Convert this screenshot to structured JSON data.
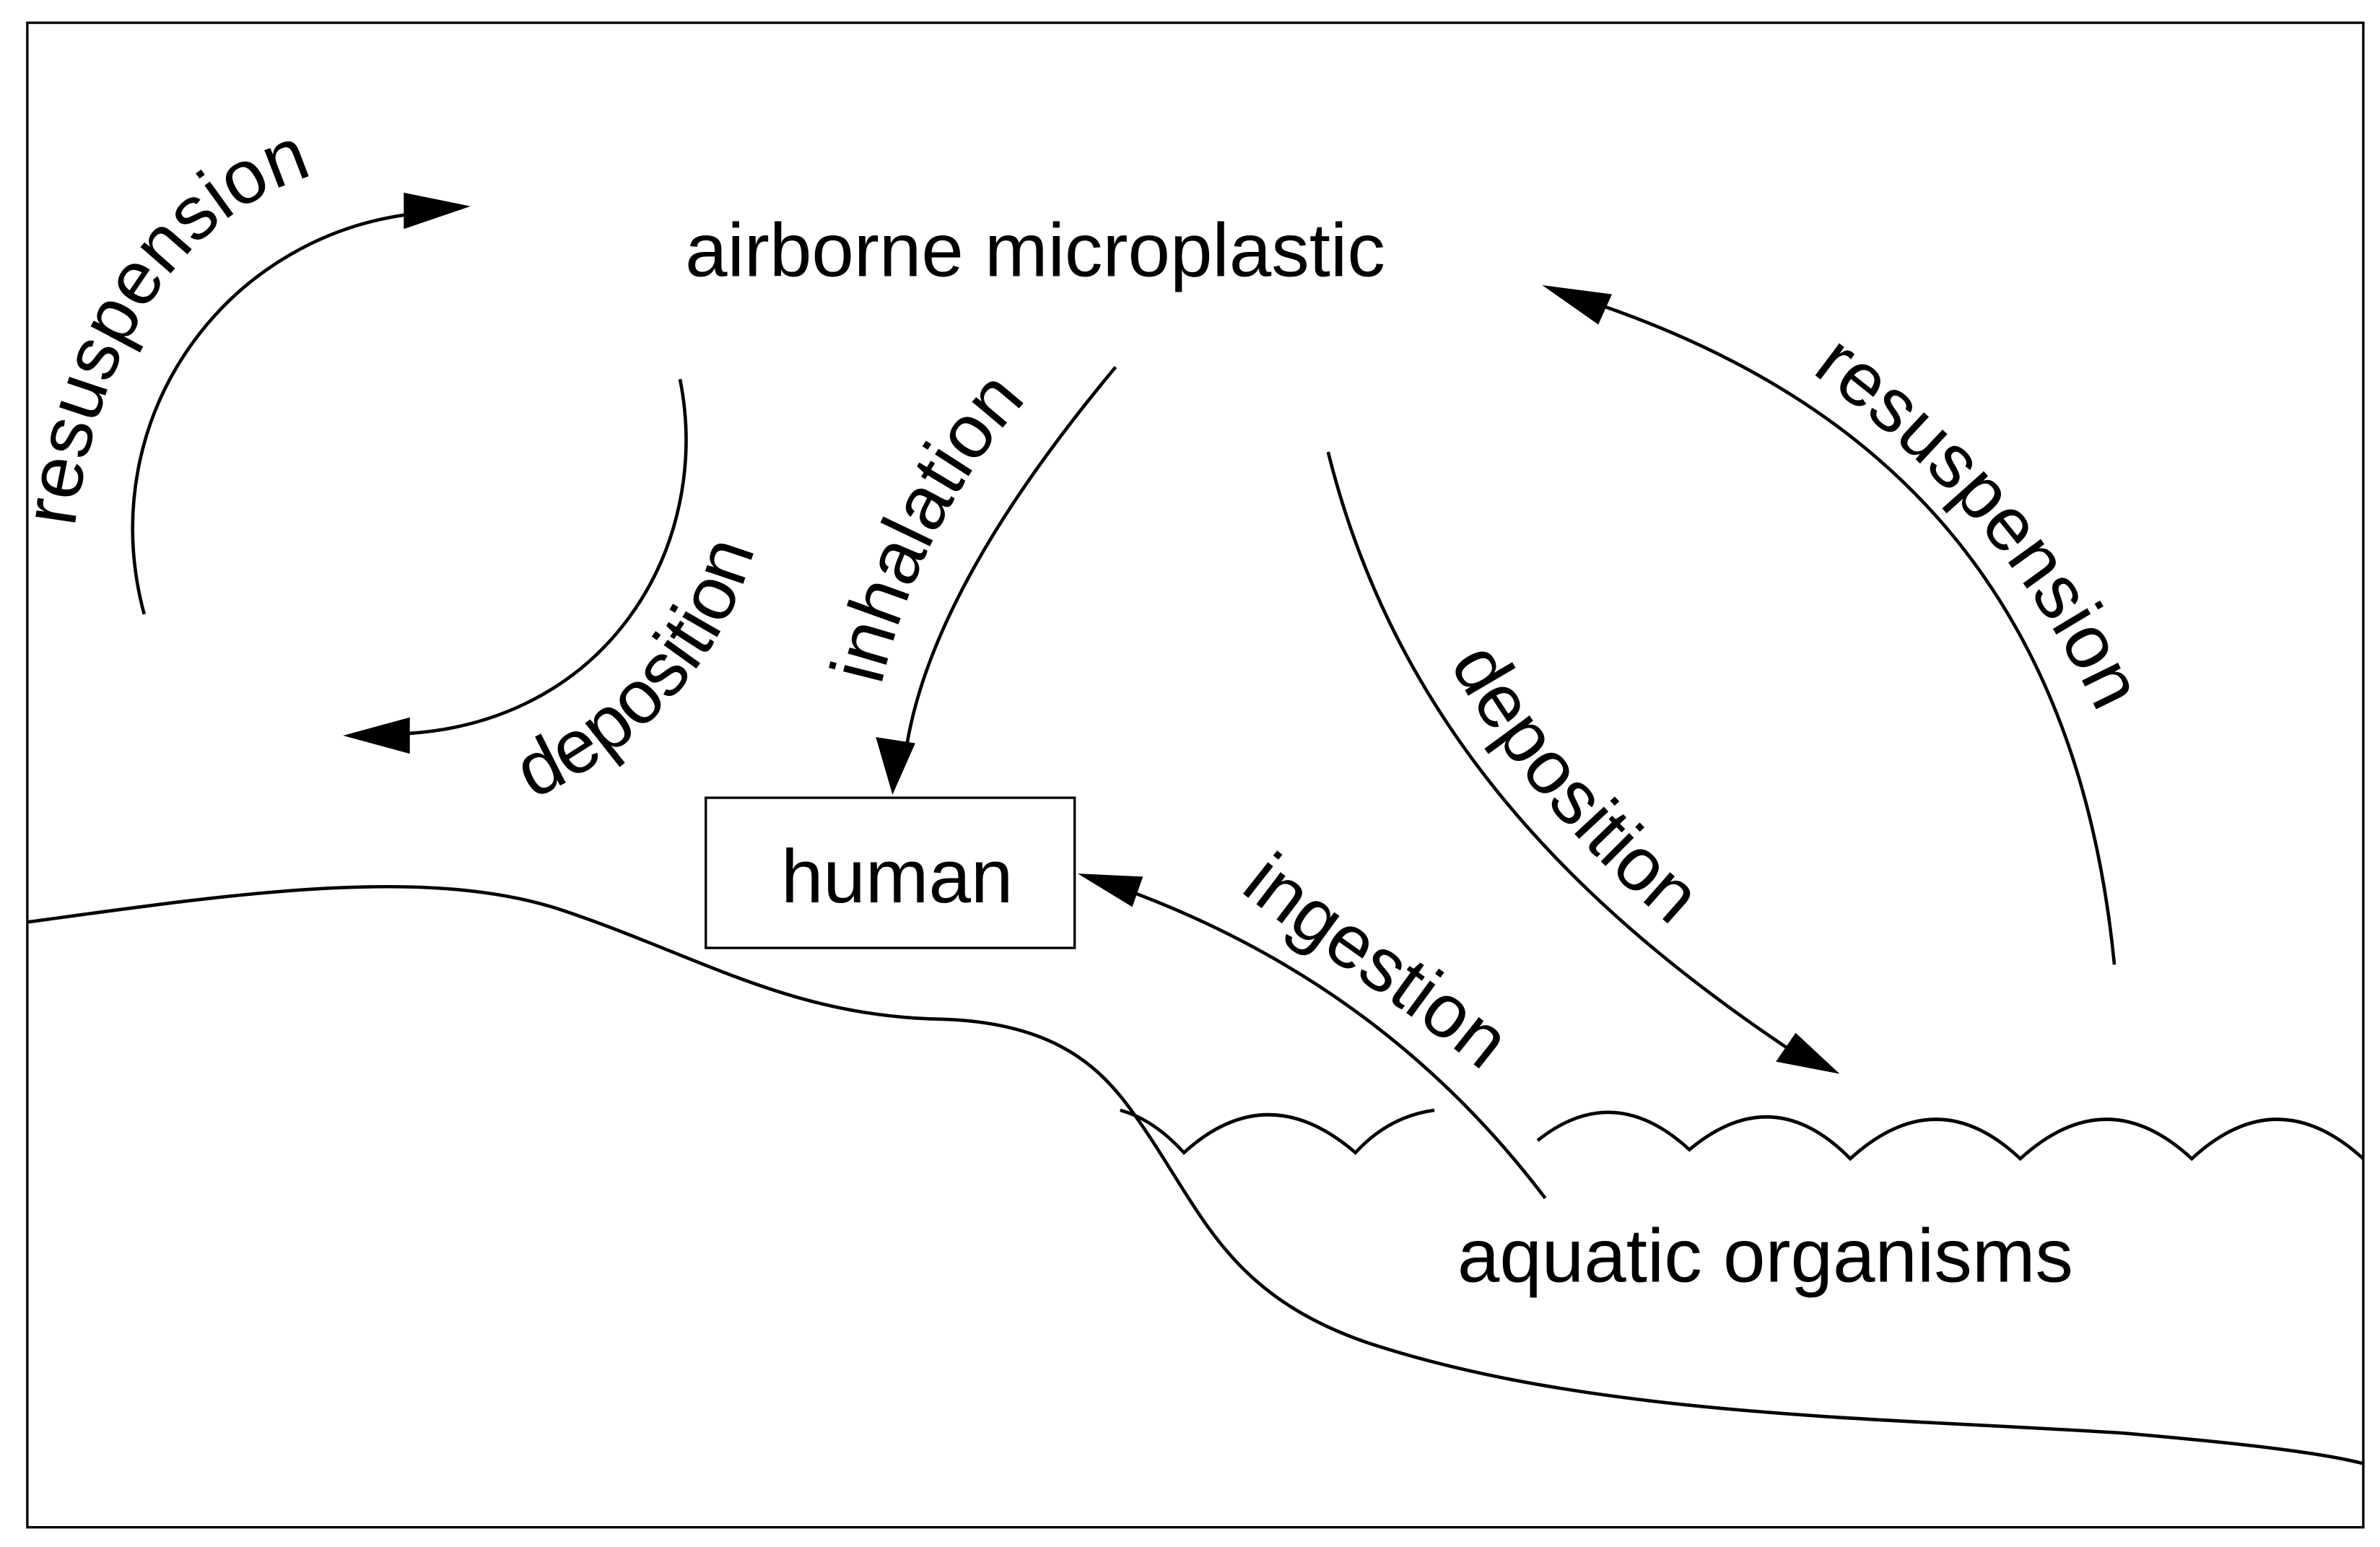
{
  "labels": {
    "airborne": "airborne microplastic",
    "human": "human",
    "aquatic": "aquatic organisms",
    "resuspension_left": "resuspension",
    "deposition_left": "deposition",
    "inhalation": "inhalation",
    "resuspension_right": "resuspension",
    "deposition_right": "deposition",
    "ingestion": "ingestion"
  }
}
